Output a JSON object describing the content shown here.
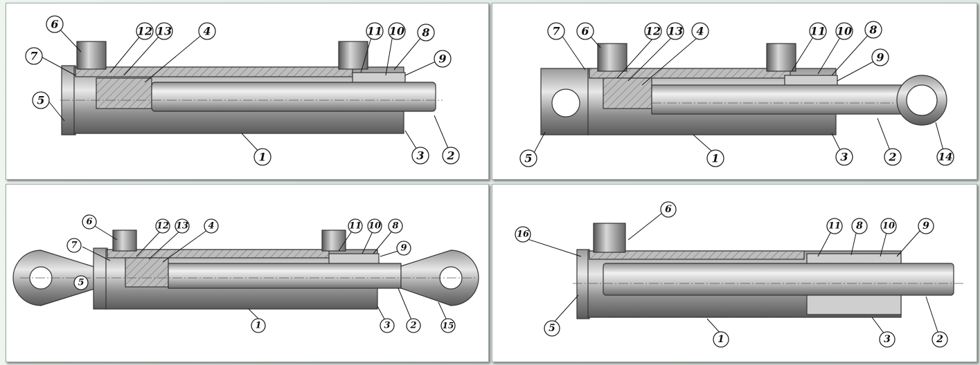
{
  "palette": {
    "background": "#e4ece6",
    "panel": "#ffffff",
    "metal_dark": "#6f6f6f",
    "metal_light": "#e3e3e3",
    "ink": "#111111"
  },
  "panels": [
    {
      "name": "panel-top-left",
      "labels": [
        "6",
        "12",
        "13",
        "4",
        "11",
        "10",
        "8",
        "7",
        "9",
        "5",
        "1",
        "3",
        "2"
      ]
    },
    {
      "name": "panel-top-right",
      "labels": [
        "7",
        "6",
        "12",
        "13",
        "4",
        "11",
        "10",
        "8",
        "9",
        "5",
        "1",
        "3",
        "2",
        "14"
      ]
    },
    {
      "name": "panel-bottom-left",
      "labels": [
        "6",
        "12",
        "13",
        "4",
        "11",
        "10",
        "8",
        "7",
        "9",
        "5",
        "1",
        "3",
        "2",
        "15"
      ]
    },
    {
      "name": "panel-bottom-right",
      "labels": [
        "6",
        "16",
        "11",
        "8",
        "10",
        "9",
        "5",
        "1",
        "3",
        "2"
      ]
    }
  ]
}
